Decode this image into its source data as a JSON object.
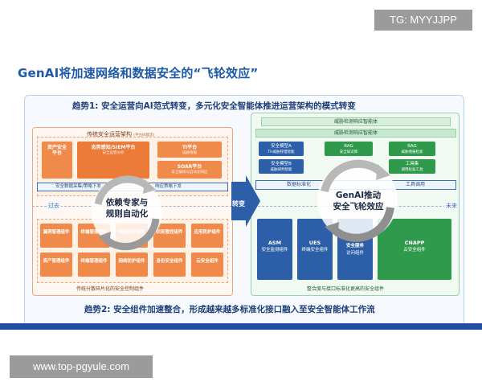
{
  "watermark_top": "TG: MYYJJPP",
  "watermark_bottom": "www.top-pgyule.com",
  "title": "GenAI将加速网络和数据安全的“飞轮效应”",
  "trend1": "趋势1: 安全运营向AI范式转变，多元化安全智能体推进运营架构的模式转变",
  "trend2": "趋势2: 安全组件加速整合，形成越来越多标准化接口融入至安全智能体工作流",
  "timeline": {
    "past": "过去",
    "future": "未来",
    "shift": "转变"
  },
  "left": {
    "panel_title": "传统安全运营架构",
    "panel_title_note": "(平台间能流)",
    "top_boxes": [
      {
        "t": "资产安全",
        "s": "平台"
      },
      {
        "t": "态势感知/SIEM平台",
        "s": "安全运营分析"
      },
      {
        "t": "TI平台",
        "s": "威胁情报"
      },
      {
        "t": "SOAR平台",
        "s": "安全编排与自动化响应"
      }
    ],
    "security_label": "安全数据采集/策略下发",
    "response_label": "响应策略下发",
    "cycle_text": [
      "依赖专家与",
      "规则自动化"
    ],
    "components_row1": [
      "漏洞管理组件",
      "终端管理组件",
      "网络防护组件",
      "识别管控组件",
      "应用防护组件"
    ],
    "components_row2": [
      "资产管理组件",
      "终端管理组件",
      "网络防护组件",
      "身份安全组件",
      "云安全组件"
    ],
    "bottom_title": "传统分散碎片化的安全控制组件"
  },
  "right": {
    "header1": "威胁检测响应智能体",
    "header2": "威胁检测响应智能体",
    "models": [
      {
        "t": "安全模型A",
        "s": "TH威胁狩猎智能"
      },
      {
        "t": "安全模型B",
        "s": "威胁研判智能"
      }
    ],
    "green_boxes": [
      {
        "t": "RAG",
        "s": "安全知识库"
      },
      {
        "t": "RAG",
        "s": "威胁情报检索"
      },
      {
        "t": "工具集",
        "s": "调用标准工具"
      }
    ],
    "std_left": "数据标准化",
    "std_right": "工具调用",
    "cycle_text": [
      "GenAI推动",
      "安全飞轮效应"
    ],
    "components": [
      {
        "t": "ASM",
        "s": "安全监测组件"
      },
      {
        "t": "UES",
        "s": "终端安全组件"
      },
      {
        "t": "安全服务",
        "s": "访问组件"
      },
      {
        "t": "CNAPP",
        "s": "云安全组件"
      }
    ],
    "bottom_title": "整合度与接口标准化更高的安全组件"
  },
  "colors": {
    "orange": "#f08a4b",
    "green": "#2f9a4c",
    "blue": "#2c5fa8",
    "title_blue": "#1f5aa8"
  }
}
